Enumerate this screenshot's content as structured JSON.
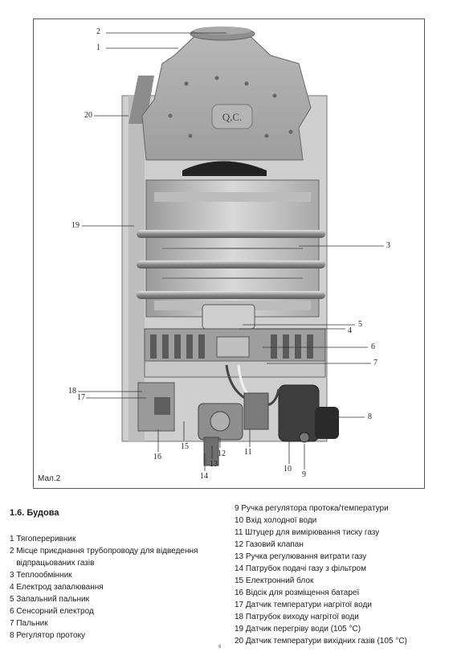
{
  "figure": {
    "caption": "Мал.2",
    "logo_text": "Q,C.",
    "callouts": {
      "c1": "1",
      "c2": "2",
      "c3": "3",
      "c4": "4",
      "c5": "5",
      "c6": "6",
      "c7": "7",
      "c8": "8",
      "c9": "9",
      "c10": "10",
      "c11": "11",
      "c12": "12",
      "c13": "13",
      "c14": "14",
      "c15": "15",
      "c16": "16",
      "c17": "17",
      "c18": "18",
      "c19": "19",
      "c20": "20"
    }
  },
  "section": {
    "title": "1.6. Будова"
  },
  "parts_left": [
    "1 Тягопереривник",
    "2 Місце приєднання трубопроводу для відведення",
    "   відпрацьованих газів",
    "3 Теплообмінник",
    "4 Електрод запалювання",
    "5 Запальний пальник",
    "6 Сенсорний електрод",
    "7 Пальник",
    "8 Регулятор протоку"
  ],
  "parts_right": [
    "9 Ручка регулятора протока/температури",
    "10 Вхід холодної води",
    "11 Штуцер для вимірювання тиску газу",
    "12 Газовий клапан",
    "13 Ручка регулювання витрати газу",
    "14 Патрубок подачі газу з фільтром",
    "15 Електронний блок",
    "16 Відсік для розміщення батареї",
    "17 Датчик температури нагрітої води",
    "18 Патрубок виходу нагрітої води",
    "19 Датчик перегріву води (105 °C)",
    "20 Датчик температури вихідних газів (105 °C)"
  ],
  "page": {
    "number": "6"
  }
}
